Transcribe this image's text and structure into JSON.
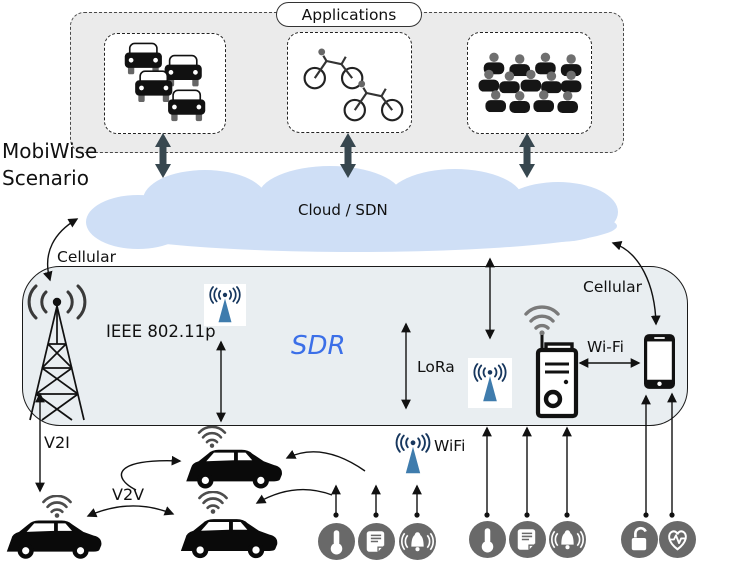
{
  "title": {
    "line1": "MobiWise",
    "line2": "Scenario"
  },
  "applications": {
    "label": "Applications",
    "items": [
      {
        "name": "road-traffic"
      },
      {
        "name": "bicycles"
      },
      {
        "name": "crowd"
      }
    ]
  },
  "cloud": {
    "label": "Cloud / SDN"
  },
  "sdr": {
    "label": "SDR"
  },
  "connections": {
    "cellular_left": "Cellular",
    "cellular_right": "Cellular",
    "ieee80211p": "IEEE 802.11p",
    "lora": "LoRa",
    "wifi_internal": "Wi-Fi",
    "wifi_sensors": "WiFi",
    "v2i": "V2I",
    "v2v": "V2V"
  },
  "sensors": {
    "group_left": [
      "temperature",
      "notes",
      "alert"
    ],
    "group_middle": [
      "temperature",
      "notes",
      "alert"
    ],
    "group_right": [
      "lock",
      "heart-rate"
    ]
  },
  "devices": [
    "cell-tower",
    "ieee-antenna",
    "sdr-antenna",
    "edge-server",
    "smartphone",
    "wifi-antenna",
    "connected-car"
  ],
  "colors": {
    "cloud": "#cfdff6",
    "sdr_fill": "#e9eef1",
    "sdr_text": "#3b6fe8",
    "apps_fill": "#ebebeb",
    "dark_arrow": "#37474f",
    "antenna_cone": "#3f7cad",
    "antenna_arcs": "#17375e",
    "sensor_circle": "#696969"
  }
}
